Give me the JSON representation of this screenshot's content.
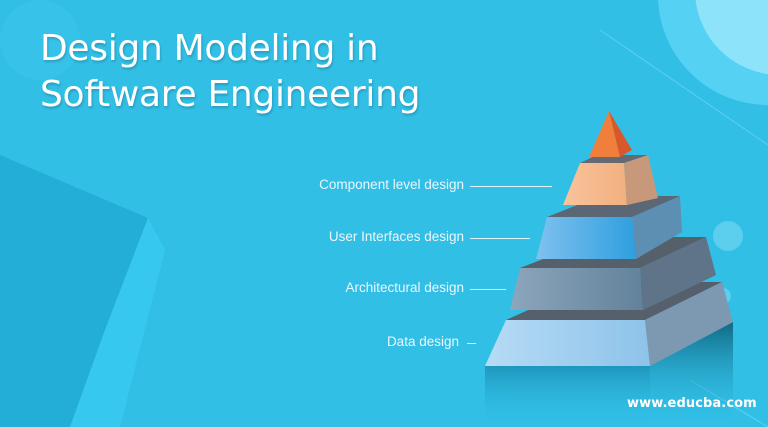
{
  "title": {
    "line1": "Design Modeling in",
    "line2": "Software Engineering"
  },
  "pyramid": {
    "levels": [
      {
        "label": "Component level design",
        "color": "#f6b98f",
        "icon": "pyramid-tier-peach"
      },
      {
        "label": "User Interfaces design",
        "color": "#3aa3df",
        "icon": "pyramid-tier-blue"
      },
      {
        "label": "Architectural design",
        "color": "#7b96ad",
        "icon": "pyramid-tier-gray"
      },
      {
        "label": "Data design",
        "color": "#a5cdef",
        "icon": "pyramid-tier-light-blue"
      }
    ],
    "apex_color": "#f07a35"
  },
  "watermark": "www.educba.com",
  "colors": {
    "background": "#31bfe6",
    "text": "#ffffff"
  }
}
